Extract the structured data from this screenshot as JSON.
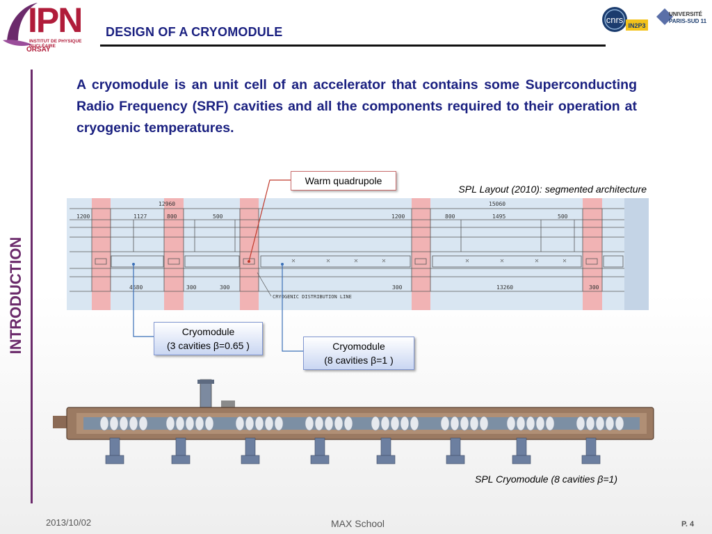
{
  "header": {
    "title": "DESIGN OF A CRYOMODULE",
    "logo_main": "IPN",
    "logo_sub": "INSTITUT DE PHYSIQUE NUCLÉAIRE",
    "logo_place": "ORSAY",
    "logo_cnrs": "cnrs",
    "logo_in2p3": "IN2P3",
    "logo_univ_line1": "UNIVERSITÉ",
    "logo_univ_line2": "PARIS-SUD 11"
  },
  "sidebar": {
    "label": "INTRODUCTION"
  },
  "intro_text": "A cryomodule is an unit cell of an accelerator that contains some Superconducting Radio Frequency (SRF) cavities and all the components required to their operation at cryogenic temperatures.",
  "diagram": {
    "warm_label": "Warm quadrupole",
    "layout_caption": "SPL Layout (2010): segmented architecture",
    "dimensions": {
      "d12960": "12960",
      "d15060": "15060",
      "d1200a": "1200",
      "d1127": "1127",
      "d800a": "800",
      "d500a": "500",
      "d1200b": "1200",
      "d800b": "800",
      "d1495": "1495",
      "d500b": "500",
      "d4680": "4680",
      "d300a": "300",
      "d300b": "300",
      "d300c": "300",
      "d13260": "13260",
      "d300d": "300",
      "cryo_line": "CRYOGENIC DISTRIBUTION LINE"
    },
    "cm1_line1": "Cryomodule",
    "cm1_line2": "(3 cavities β=0.65 )",
    "cm2_line1": "Cryomodule",
    "cm2_line2": "(8 cavities β=1 )",
    "cryo_caption": "SPL Cryomodule (8 cavities β=1)"
  },
  "footer": {
    "date": "2013/10/02",
    "school": "MAX School",
    "page": "P. 4"
  },
  "colors": {
    "title": "#1a2080",
    "accent": "#6b2a6b",
    "warm": "#f4a9a9",
    "panel": "#d9e6f2"
  }
}
